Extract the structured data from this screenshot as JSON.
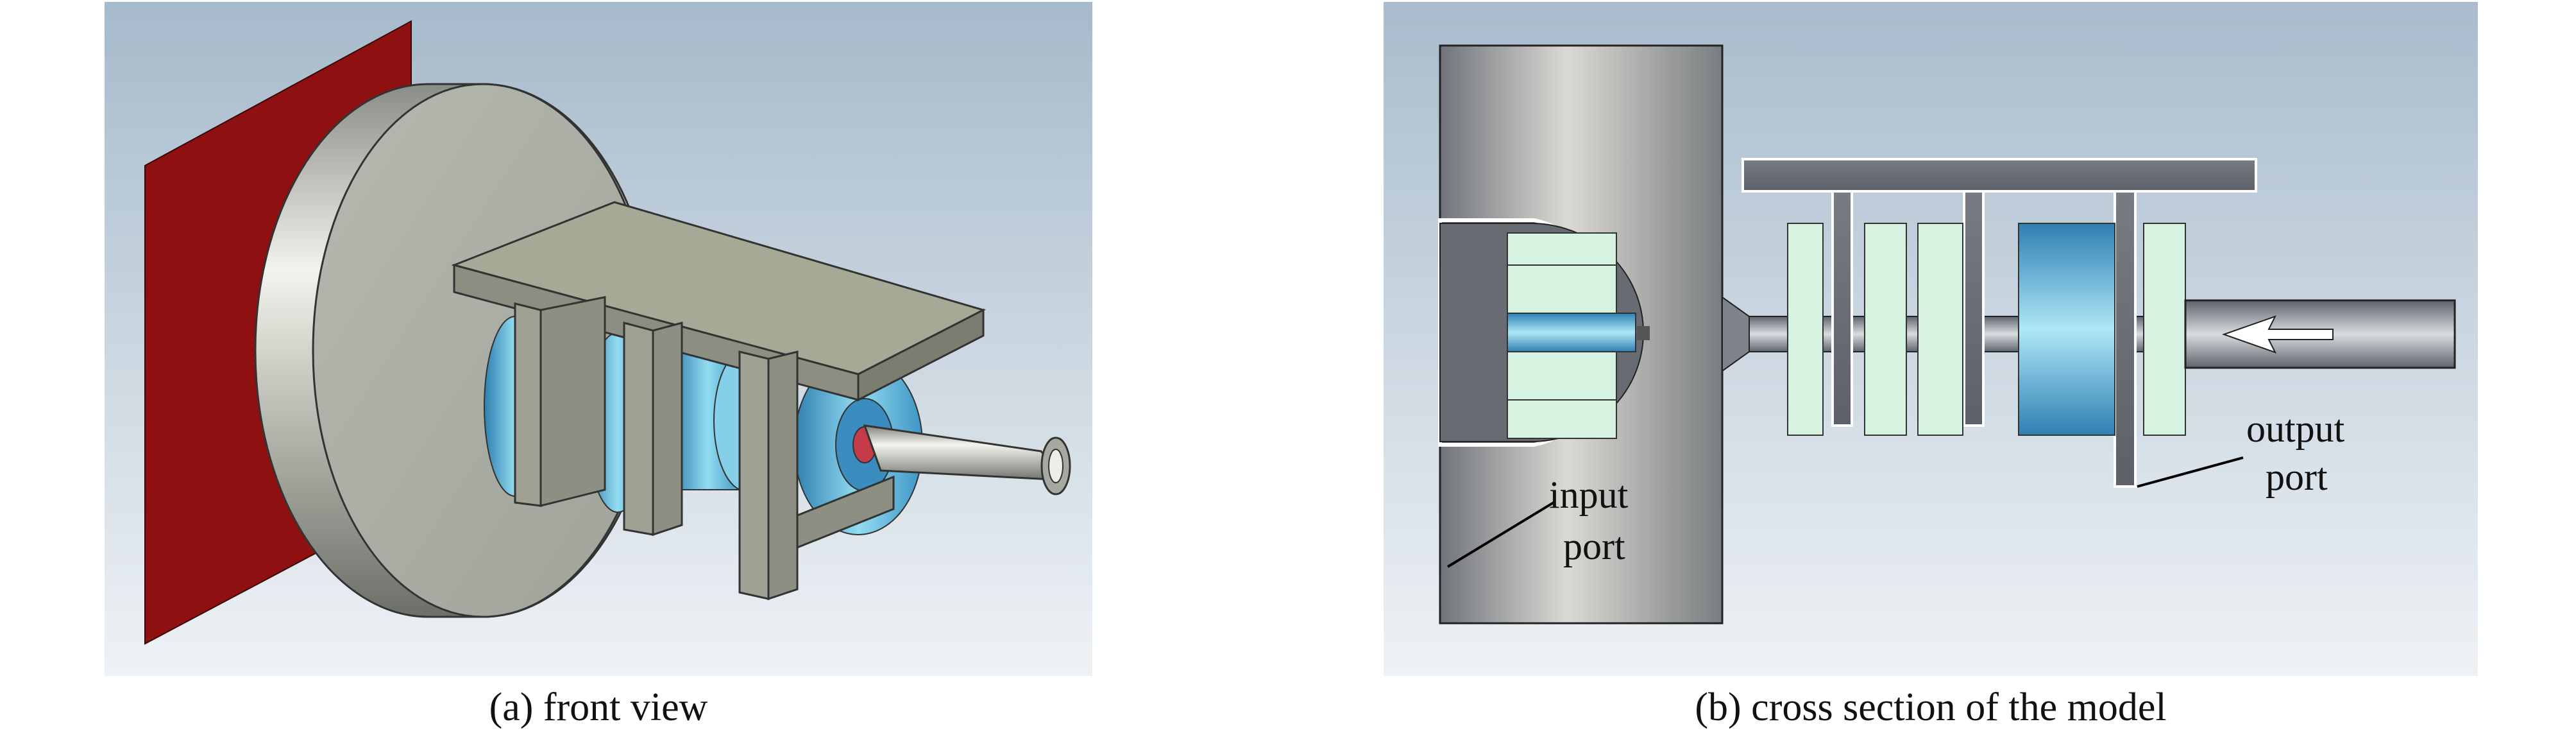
{
  "panels": [
    {
      "id": "a",
      "caption": "(a) front view"
    },
    {
      "id": "b",
      "caption": "(b) cross section of the model",
      "labels": {
        "input_line1": "input",
        "input_line2": "port",
        "output_line1": "output",
        "output_line2": "port"
      }
    }
  ],
  "colors": {
    "background_top": "#a9bccd",
    "background_bottom": "#eef2f5",
    "port_plane": "#8f1010",
    "metal": "#b8bbb0",
    "insulator": "#d6f2e0",
    "bead": "#4fb0d8"
  }
}
